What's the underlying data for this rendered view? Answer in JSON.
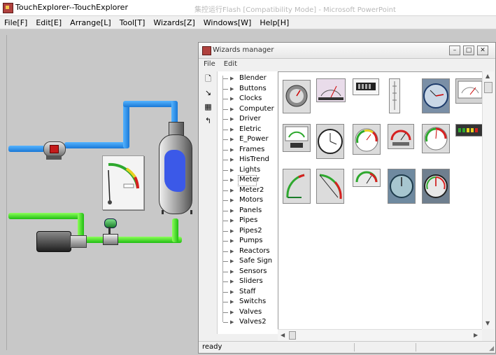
{
  "app": {
    "title": "TouchExplorer--TouchExplorer",
    "ghost_title": "集控运行Flash [Compatibility Mode] - Microsoft PowerPoint"
  },
  "menubar": {
    "items": [
      "File[F]",
      "Edit[E]",
      "Arrange[L]",
      "Tool[T]",
      "Wizards[Z]",
      "Windows[W]",
      "Help[H]"
    ]
  },
  "colors": {
    "pipe_blue": "#1a78d6",
    "pipe_green": "#1fbd12",
    "canvas_bg": "#c8c8c8",
    "liquid": "#3b59e8"
  },
  "wizards_manager": {
    "title": "Wizards manager",
    "buttons": [
      "minimize-icon",
      "maximize-icon",
      "close-icon"
    ],
    "menu": [
      "File",
      "Edit"
    ],
    "toolbar_icons": [
      "new-page-icon",
      "arrow-cursor-icon",
      "palette-icon",
      "curve-arrow-icon"
    ],
    "categories": [
      "Blender",
      "Buttons",
      "Clocks",
      "Computer",
      "Driver",
      "Eletric",
      "E_Power",
      "Frames",
      "HisTrend",
      "Lights",
      "Meter",
      "Meter2",
      "Motors",
      "Panels",
      "Pipes",
      "Pipes2",
      "Pumps",
      "Reactors",
      "Safe Sign",
      "Sensors",
      "Sliders",
      "Staff",
      "Switchs",
      "Valves",
      "Valves2"
    ],
    "selected": "Meter",
    "status": "ready"
  }
}
